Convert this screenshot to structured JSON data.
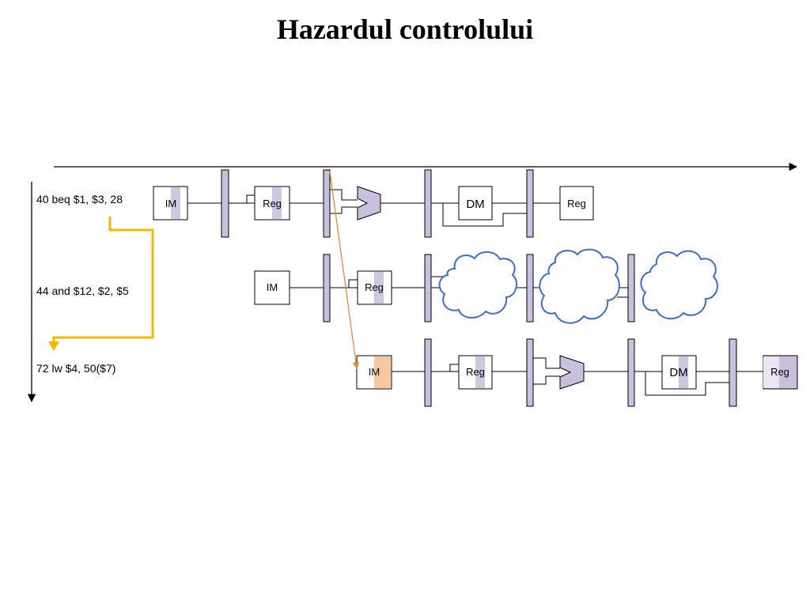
{
  "title": "Hazardul controlului",
  "instructions": [
    "40 beq $1, $3, 28",
    "44 and $12, $2, $5",
    "72 lw $4, 50($7)"
  ],
  "units": {
    "im": "IM",
    "reg": "Reg",
    "dm": "DM"
  },
  "colors": {
    "register_fill": "#c8c0dc",
    "unit_shade": "#cfc6e0",
    "im_highlight": "#f8c8a0",
    "cloud_stroke": "#3b6fc8",
    "branch_arrow": "#f5b800",
    "fetch_arrow": "#e8822a"
  }
}
